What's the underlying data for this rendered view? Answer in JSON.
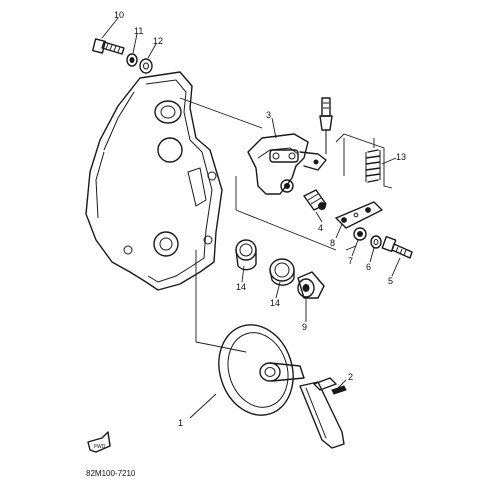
{
  "diagram": {
    "callouts": {
      "p1": "1",
      "p2": "2",
      "p3": "3",
      "p4": "4",
      "p5": "5",
      "p6": "6",
      "p7": "7",
      "p8": "8",
      "p9": "9",
      "p10": "10",
      "p11": "11",
      "p12": "12",
      "p13": "13",
      "p14a": "14",
      "p14b": "14"
    },
    "drawing_code": "82M100-7210",
    "fwd_label": "FWD"
  }
}
